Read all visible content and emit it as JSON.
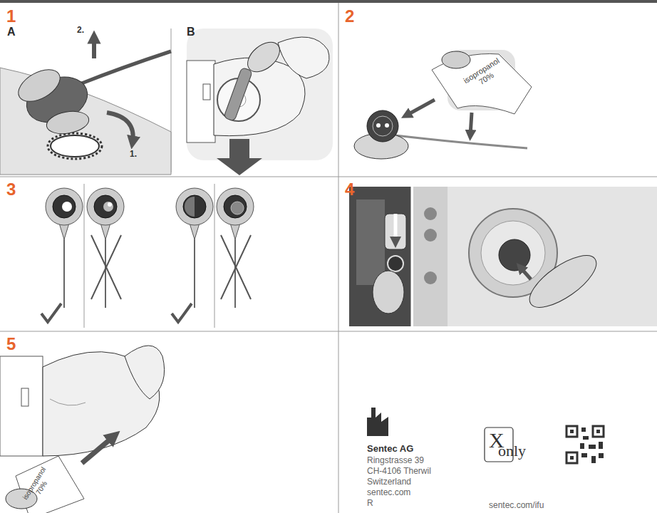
{
  "diagram": {
    "nodes": [
      {
        "text": [
          "1"
        ]
      },
      {
        "text": [
          "A"
        ],
        "in": 0
      },
      {
        "text": [
          "B"
        ],
        "in": 0
      },
      {
        "text": [
          "2"
        ]
      },
      {
        "text": [
          "3"
        ]
      },
      {
        "text": [
          "4"
        ]
      },
      {
        "text": [
          "5"
        ]
      }
    ],
    "labels": [
      "2.",
      "1.",
      "isopropanol 70%",
      "isopropanol 70%",
      "Sentec AG",
      "Ringstrasse 39",
      "CH-4106 Therwil",
      "Switzerland",
      "sentec.com",
      "R",
      "X",
      "only",
      "sentec.com/ifu"
    ]
  }
}
